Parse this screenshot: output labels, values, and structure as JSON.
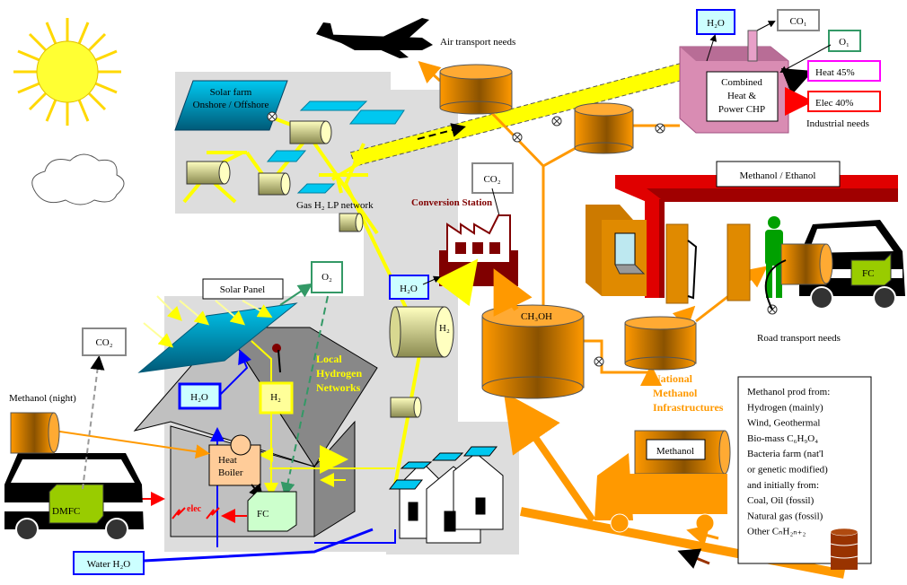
{
  "labels": {
    "air_transport": "Air transport needs",
    "solar_farm_1": "Solar farm",
    "solar_farm_2": "Onshore / Offshore",
    "gas_network": "Gas H₂ LP network",
    "chp_1": "Combined",
    "chp_2": "Heat &",
    "chp_3": "Power CHP",
    "chp_h2o": "H₂O",
    "chp_co": "CO₁",
    "chp_o": "O₁",
    "heat": "Heat 45%",
    "elec": "Elec 40%",
    "industrial": "Industrial needs",
    "station_sign": "Methanol / Ethanol",
    "fc_car": "FC",
    "road_transport": "Road transport needs",
    "conversion_station": "Conversion Station",
    "conv_co2": "CO₂",
    "conv_h2o": "H₂O",
    "h2_tank": "H₂",
    "ch3oh": "CH₃OH",
    "national_1": "National",
    "national_2": "Methanol",
    "national_3": "Infrastructures",
    "truck": "Methanol",
    "solar_panel": "Solar Panel",
    "o2": "O₂",
    "house_h2o": "H₂O",
    "house_h2": "H₂",
    "local_1": "Local",
    "local_2": "Hydrogen",
    "local_3": "Networks",
    "heat_boiler_1": "Heat",
    "heat_boiler_2": "Boiler",
    "house_fc": "FC",
    "elec_label": "elec",
    "methanol_night": "Methanol (night)",
    "car_co2": "CO₂",
    "dmfc": "DMFC",
    "water": "Water H₂O"
  },
  "methanol_box": [
    {
      "text": "Methanol prod from:",
      "color": "#000000"
    },
    {
      "text": "Hydrogen (mainly)",
      "color": "#000080"
    },
    {
      "text": "Wind, Geothermal",
      "color": "#007a00"
    },
    {
      "text": "Bio-mass C₆H₉O₄",
      "color": "#007a00"
    },
    {
      "text": "Bacteria farm (nat'l",
      "color": "#007a00"
    },
    {
      "text": "or genetic modified)",
      "color": "#007a00"
    },
    {
      "text": "and initially from:",
      "color": "#000000"
    },
    {
      "text": "Coal, Oil (fossil)",
      "color": "#993300"
    },
    {
      "text": "Natural gas (fossil)",
      "color": "#993300"
    },
    {
      "text": "Other CₙH₂ₙ₊₂",
      "color": "#993300"
    }
  ],
  "colors": {
    "hydrogen": "#ffff00",
    "methanol": "#ff9900",
    "water": "#0000ff",
    "panel": "#00c8f0",
    "chp": "#d98cb3",
    "station": "#e00000",
    "conversion": "#800000",
    "background_zone": "#dddddd"
  }
}
